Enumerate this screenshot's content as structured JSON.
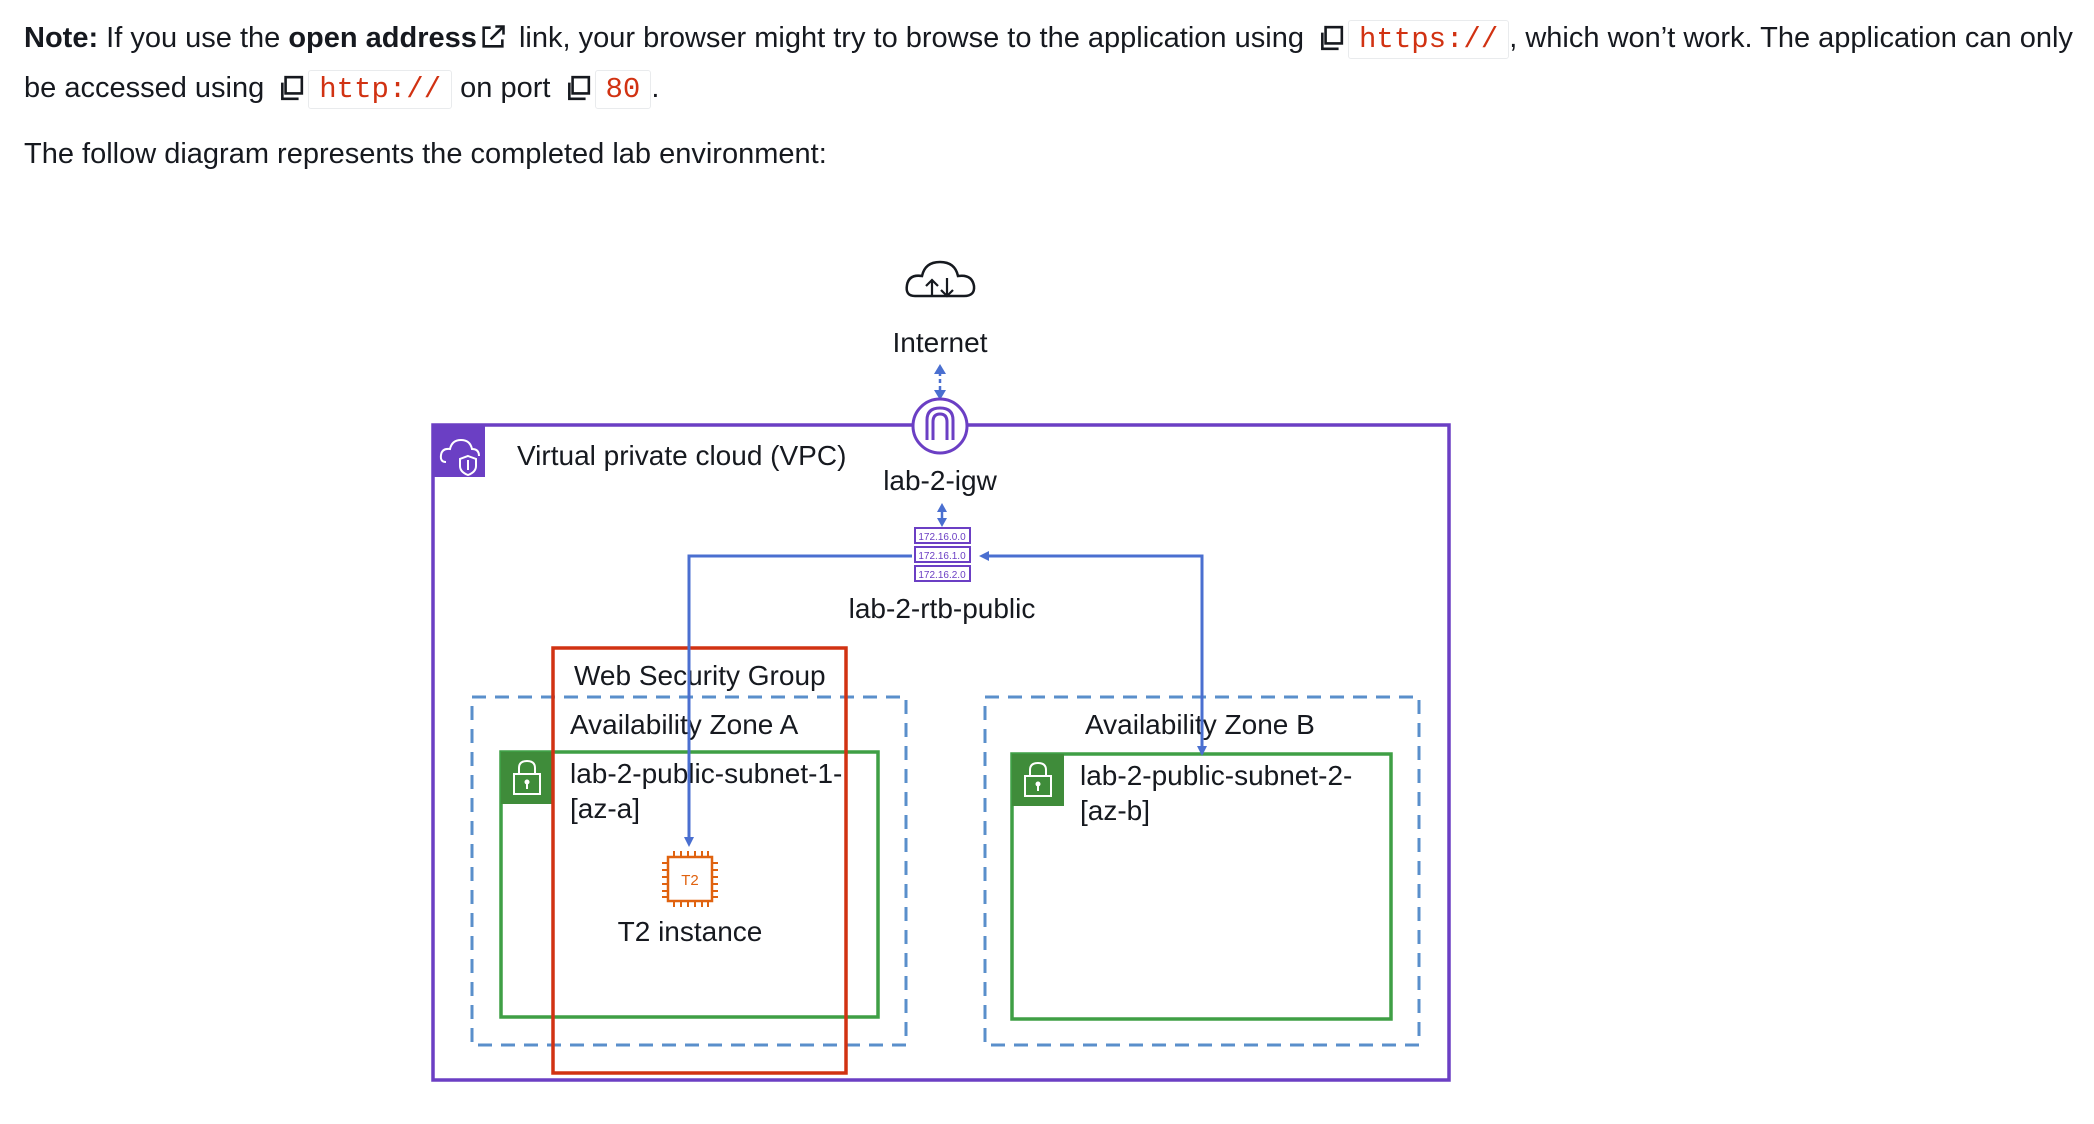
{
  "note": {
    "label": "Note:",
    "text_1": " If you use the ",
    "open_address": "open address",
    "text_2": " link, your browser might try to browse to the application using ",
    "https_code": "https://",
    "text_3": ", which won’t work. The application can only be accessed using ",
    "http_code": "http://",
    "text_4": " on port ",
    "port_code": "80",
    "text_5": "."
  },
  "intro": "The follow diagram represents the completed lab environment:",
  "diagram": {
    "internet_label": "Internet",
    "vpc_label": "Virtual private cloud (VPC)",
    "igw_label": "lab-2-igw",
    "route_table_label": "lab-2-rtb-public",
    "route_rows": [
      "172.16.0.0",
      "172.16.1.0",
      "172.16.2.0"
    ],
    "security_group_label": "Web Security Group",
    "az_a_label": "Availability Zone A",
    "az_b_label": "Availability Zone B",
    "subnet_1_line1": "lab-2-public-subnet-1-",
    "subnet_1_line2": "[az-a]",
    "subnet_2_line1": "lab-2-public-subnet-2-",
    "subnet_2_line2": "[az-b]",
    "instance_chip_label": "T2",
    "instance_label": "T2 instance",
    "icons": [
      "cloud-icon",
      "vpc-cloud-icon",
      "internet-gateway-icon",
      "route-table-icon",
      "lock-icon",
      "ec2-chip-icon"
    ],
    "colors": {
      "vpc": "#6b3fc4",
      "security_group": "#d13212",
      "availability_zone": "#5a8fcb",
      "subnet": "#3f9f45",
      "arrow": "#4a6fd0",
      "instance": "#e0620f"
    }
  }
}
